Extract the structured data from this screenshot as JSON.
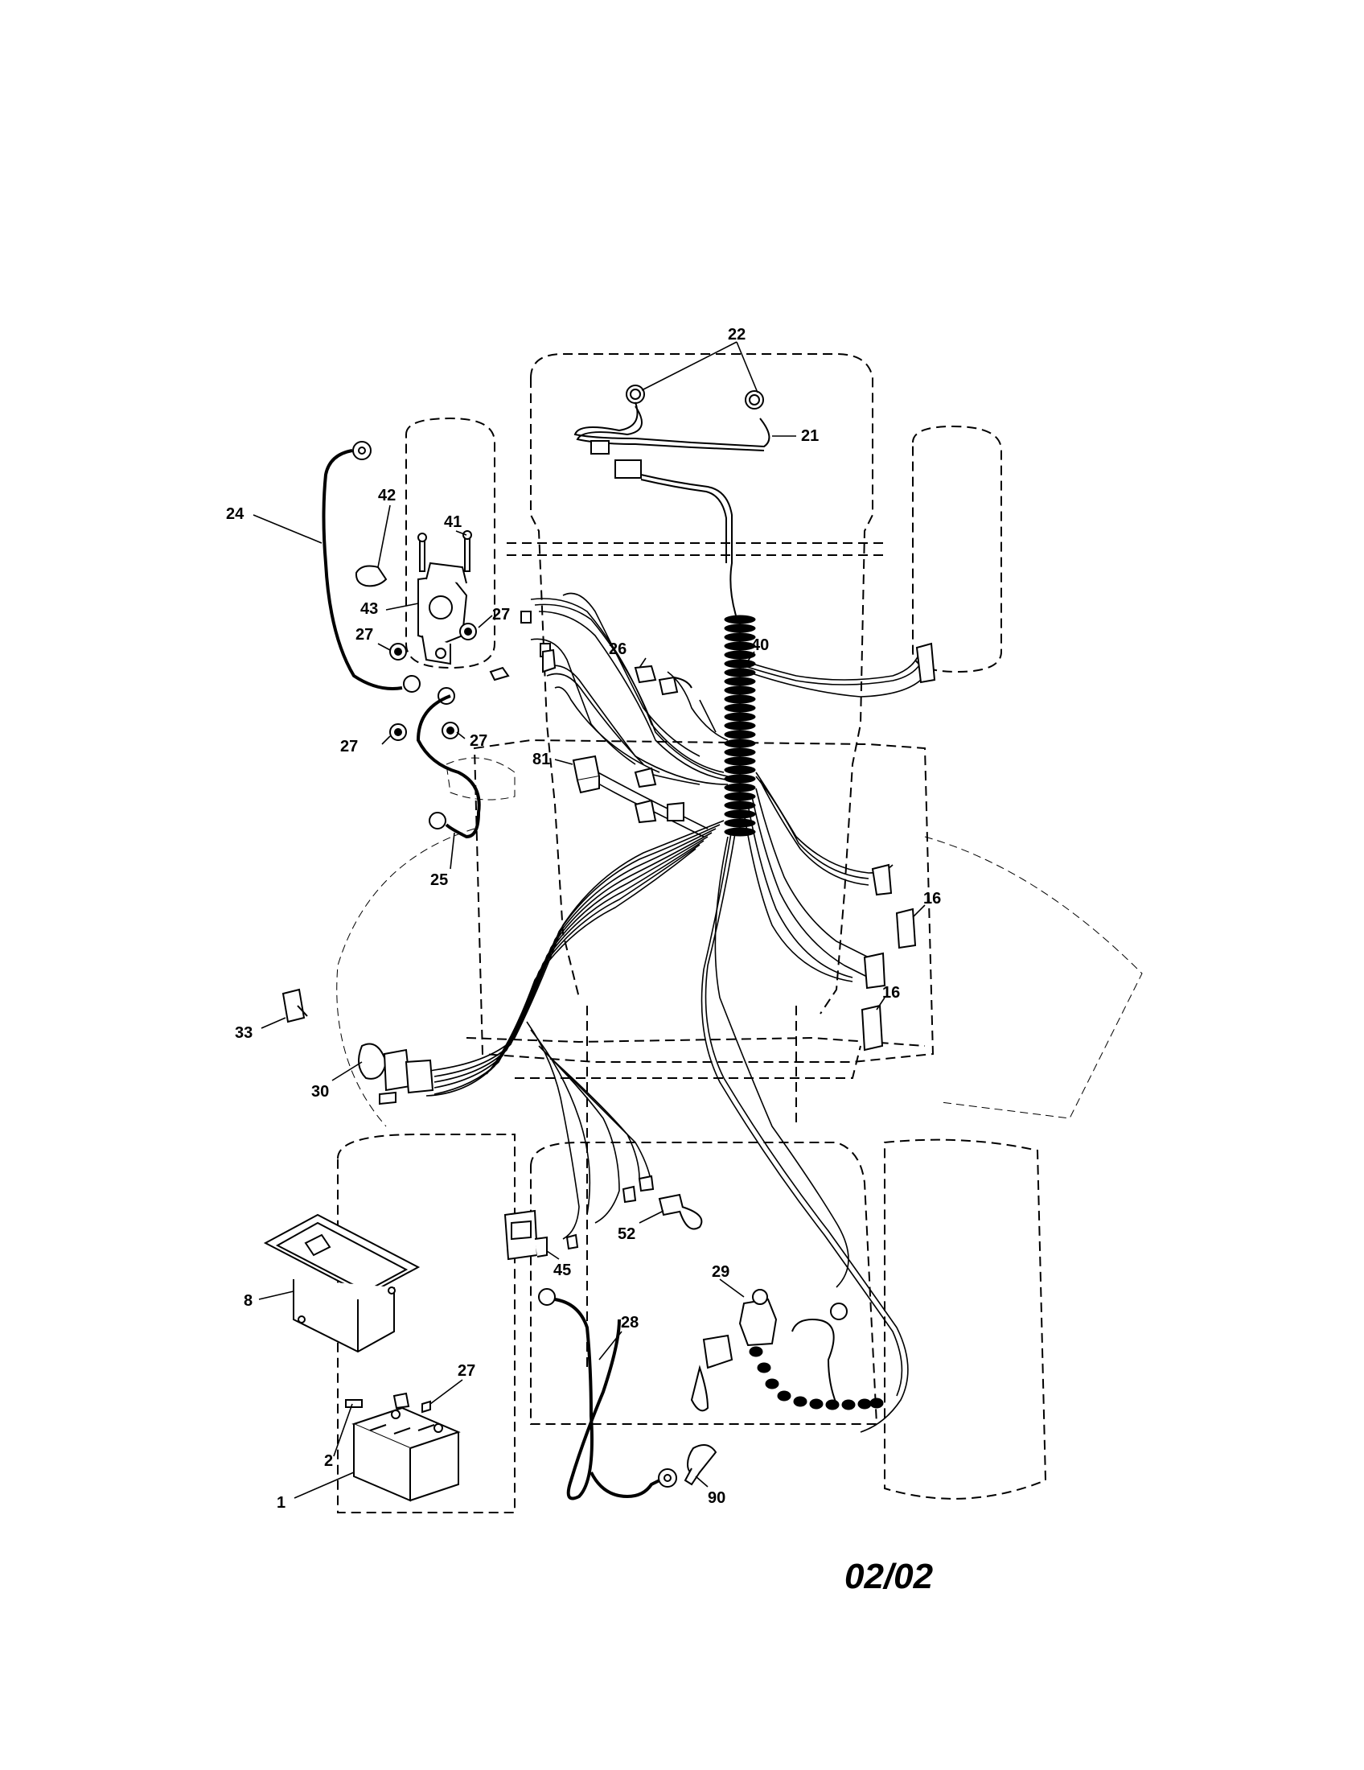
{
  "diagram": {
    "date_code": "02/02",
    "parts": [
      {
        "id": "p22",
        "label": "22"
      },
      {
        "id": "p21",
        "label": "21"
      },
      {
        "id": "p24",
        "label": "24"
      },
      {
        "id": "p42",
        "label": "42"
      },
      {
        "id": "p41",
        "label": "41"
      },
      {
        "id": "p43",
        "label": "43"
      },
      {
        "id": "p27a",
        "label": "27"
      },
      {
        "id": "p27b",
        "label": "27"
      },
      {
        "id": "p27c",
        "label": "27"
      },
      {
        "id": "p27d",
        "label": "27"
      },
      {
        "id": "p27e",
        "label": "27"
      },
      {
        "id": "p26",
        "label": "26"
      },
      {
        "id": "p40",
        "label": "40"
      },
      {
        "id": "p81",
        "label": "81"
      },
      {
        "id": "p25",
        "label": "25"
      },
      {
        "id": "p16a",
        "label": "16"
      },
      {
        "id": "p16b",
        "label": "16"
      },
      {
        "id": "p33",
        "label": "33"
      },
      {
        "id": "p30",
        "label": "30"
      },
      {
        "id": "p45",
        "label": "45"
      },
      {
        "id": "p52",
        "label": "52"
      },
      {
        "id": "p29",
        "label": "29"
      },
      {
        "id": "p8",
        "label": "8"
      },
      {
        "id": "p28",
        "label": "28"
      },
      {
        "id": "p2",
        "label": "2"
      },
      {
        "id": "p1",
        "label": "1"
      },
      {
        "id": "p90",
        "label": "90"
      }
    ]
  }
}
